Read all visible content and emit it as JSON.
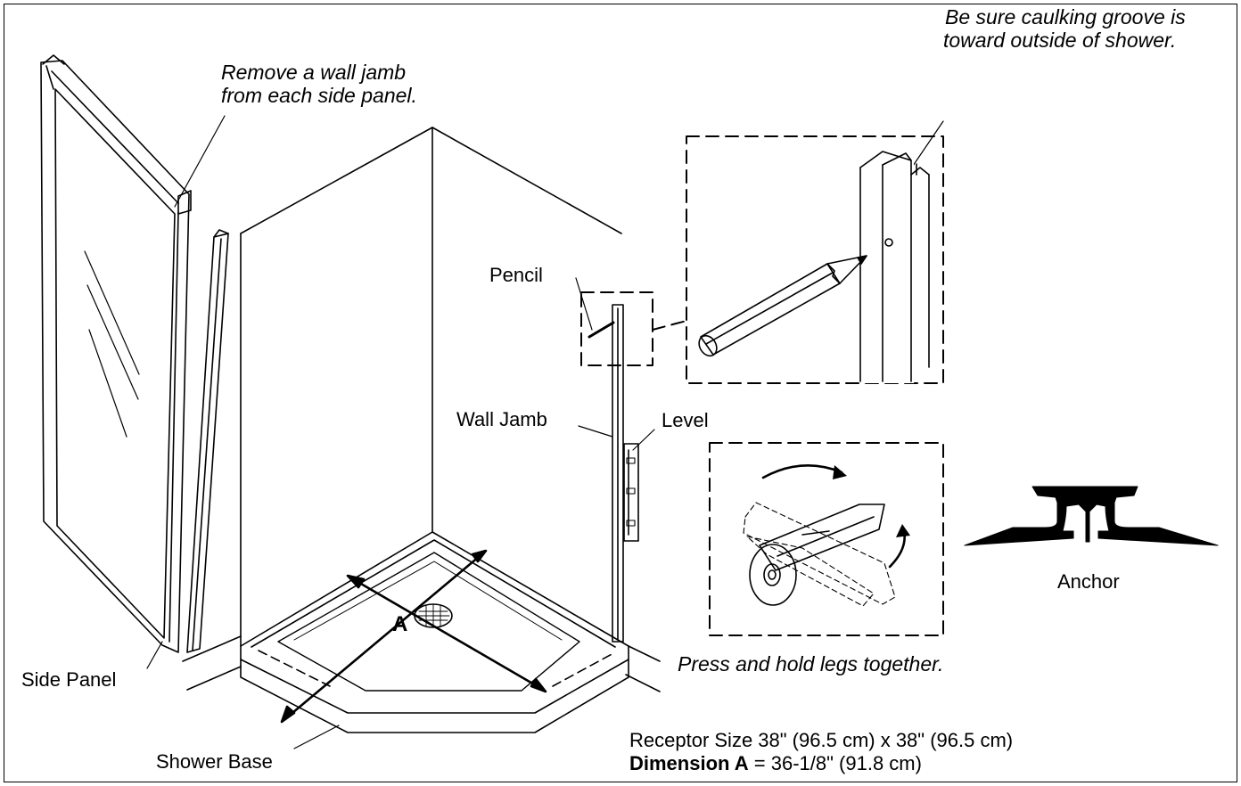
{
  "labels": {
    "remove_jamb": [
      "Remove a wall jamb",
      "from each side panel."
    ],
    "caulking": [
      "Be sure caulking groove is",
      "toward outside of shower."
    ],
    "pencil": "Pencil",
    "wall_jamb": "Wall Jamb",
    "level": "Level",
    "marker_a": "A",
    "side_panel": "Side Panel",
    "shower_base": "Shower Base",
    "press_hold": "Press and hold legs together.",
    "anchor": "Anchor"
  },
  "specs": {
    "receptor": "Receptor Size 38\" (96.5 cm) x 38\" (96.5 cm)",
    "dimension_label": "Dimension A",
    "dimension_value": " = 36-1/8\" (91.8 cm)"
  }
}
